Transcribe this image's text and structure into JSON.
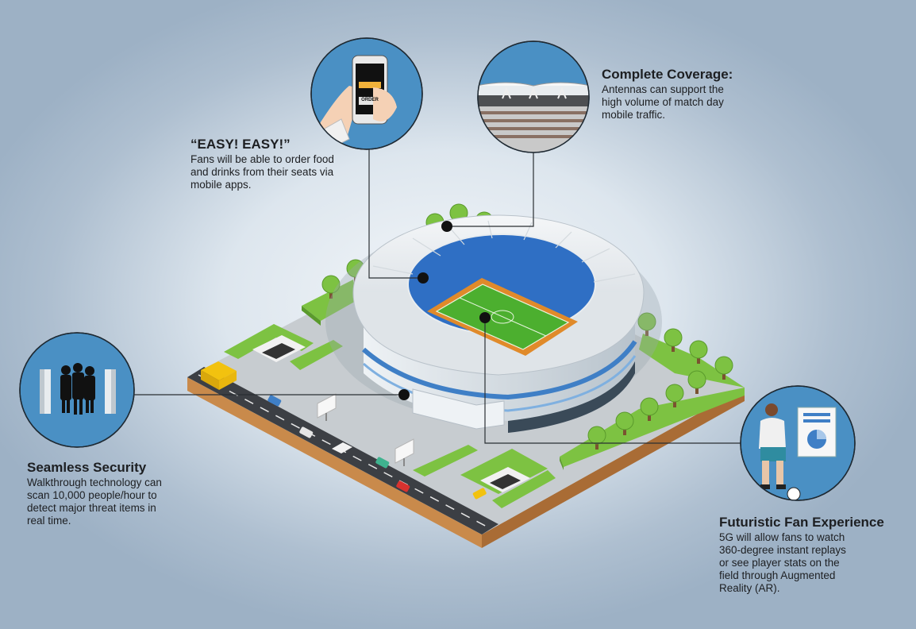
{
  "callouts": {
    "easy": {
      "title": "“EASY! EASY!”",
      "body": "Fans will be able to order food and drinks from their seats via mobile apps."
    },
    "coverage": {
      "title": "Complete Coverage:",
      "body": "Antennas can support the high volume of match day mobile traffic."
    },
    "security": {
      "title": "Seamless Security",
      "body": "Walkthrough technology can scan 10,000 people/hour to detect major threat items in real time."
    },
    "fan_experience": {
      "title": "Futuristic Fan Experience",
      "body": "5G will allow fans to watch 360-degree instant replays or see player stats on the field through Augmented Reality (AR)."
    }
  },
  "phone_screen": {
    "order_label": "ORDER"
  },
  "colors": {
    "circle_fill": "#4a90c4",
    "circle_stroke": "#1f2a33",
    "grass": "#7dc242",
    "pitch": "#4caf2f",
    "seats": "#2f6fc4",
    "road": "#3c3f44",
    "soil": "#c98a4b"
  },
  "icons": [
    "phone-icon",
    "antenna-icon",
    "security-icon",
    "player-icon",
    "stadium-illustration"
  ]
}
